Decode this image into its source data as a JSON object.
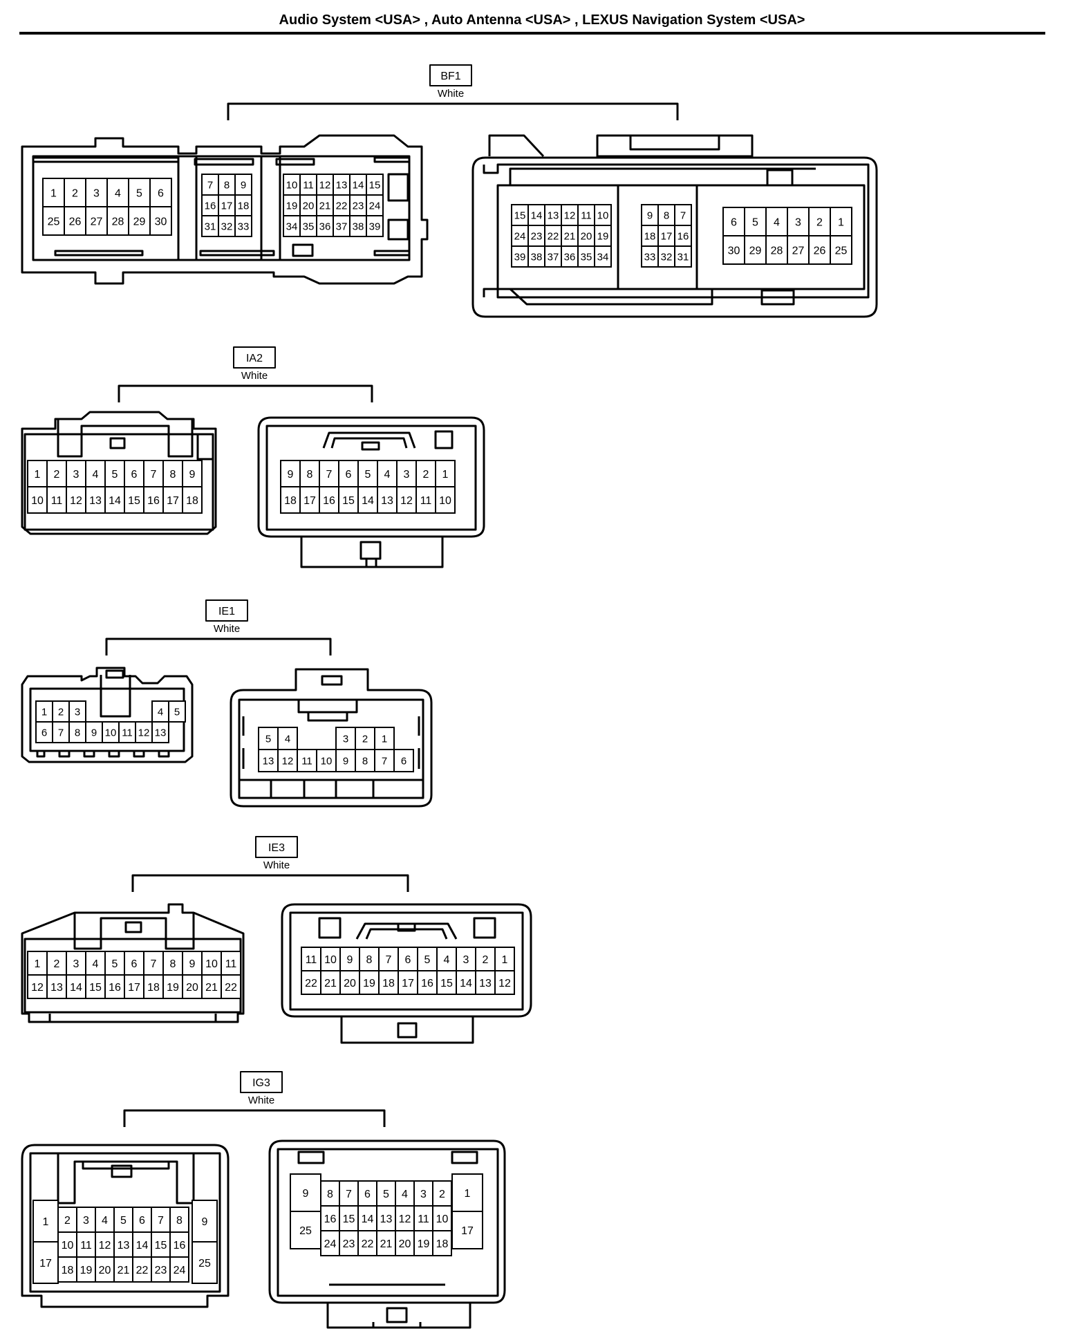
{
  "title": "Audio System <USA> , Auto Antenna <USA> , LEXUS Navigation System <USA>",
  "connectors": [
    {
      "code": "BF1",
      "color": "White",
      "left": {
        "blocks": [
          [
            [
              "1",
              "2",
              "3",
              "4",
              "5",
              "6"
            ],
            [
              "25",
              "26",
              "27",
              "28",
              "29",
              "30"
            ]
          ],
          [
            [
              "7",
              "8",
              "9"
            ],
            [
              "16",
              "17",
              "18"
            ],
            [
              "31",
              "32",
              "33"
            ]
          ],
          [
            [
              "10",
              "11",
              "12",
              "13",
              "14",
              "15"
            ],
            [
              "19",
              "20",
              "21",
              "22",
              "23",
              "24"
            ],
            [
              "34",
              "35",
              "36",
              "37",
              "38",
              "39"
            ]
          ]
        ]
      },
      "right": {
        "blocks": [
          [
            [
              "15",
              "14",
              "13",
              "12",
              "11",
              "10"
            ],
            [
              "24",
              "23",
              "22",
              "21",
              "20",
              "19"
            ],
            [
              "39",
              "38",
              "37",
              "36",
              "35",
              "34"
            ]
          ],
          [
            [
              "9",
              "8",
              "7"
            ],
            [
              "18",
              "17",
              "16"
            ],
            [
              "33",
              "32",
              "31"
            ]
          ],
          [
            [
              "6",
              "5",
              "4",
              "3",
              "2",
              "1"
            ],
            [
              "30",
              "29",
              "28",
              "27",
              "26",
              "25"
            ]
          ]
        ]
      }
    },
    {
      "code": "IA2",
      "color": "White",
      "left": {
        "rows": [
          [
            "1",
            "2",
            "3",
            "4",
            "5",
            "6",
            "7",
            "8",
            "9"
          ],
          [
            "10",
            "11",
            "12",
            "13",
            "14",
            "15",
            "16",
            "17",
            "18"
          ]
        ]
      },
      "right": {
        "rows": [
          [
            "9",
            "8",
            "7",
            "6",
            "5",
            "4",
            "3",
            "2",
            "1"
          ],
          [
            "18",
            "17",
            "16",
            "15",
            "14",
            "13",
            "12",
            "11",
            "10"
          ]
        ]
      }
    },
    {
      "code": "IE1",
      "color": "White",
      "left": {
        "rows": [
          [
            "1",
            "2",
            "3",
            "",
            "",
            "",
            "",
            "4",
            "5"
          ],
          [
            "6",
            "7",
            "8",
            "9",
            "10",
            "11",
            "12",
            "13"
          ]
        ]
      },
      "right": {
        "rows": [
          [
            "5",
            "4",
            "",
            "",
            "3",
            "2",
            "1"
          ],
          [
            "13",
            "12",
            "11",
            "10",
            "9",
            "8",
            "7",
            "6"
          ]
        ]
      }
    },
    {
      "code": "IE3",
      "color": "White",
      "left": {
        "rows": [
          [
            "1",
            "2",
            "3",
            "4",
            "5",
            "6",
            "7",
            "8",
            "9",
            "10",
            "11"
          ],
          [
            "12",
            "13",
            "14",
            "15",
            "16",
            "17",
            "18",
            "19",
            "20",
            "21",
            "22"
          ]
        ]
      },
      "right": {
        "rows": [
          [
            "11",
            "10",
            "9",
            "8",
            "7",
            "6",
            "5",
            "4",
            "3",
            "2",
            "1"
          ],
          [
            "22",
            "21",
            "20",
            "19",
            "18",
            "17",
            "16",
            "15",
            "14",
            "13",
            "12"
          ]
        ]
      }
    },
    {
      "code": "IG3",
      "color": "White",
      "left": {
        "side_left": [
          "1",
          "17"
        ],
        "rows": [
          [
            "2",
            "3",
            "4",
            "5",
            "6",
            "7",
            "8"
          ],
          [
            "10",
            "11",
            "12",
            "13",
            "14",
            "15",
            "16"
          ],
          [
            "18",
            "19",
            "20",
            "21",
            "22",
            "23",
            "24"
          ]
        ],
        "side_right": [
          "9",
          "25"
        ]
      },
      "right": {
        "side_left": [
          "9",
          "25"
        ],
        "rows": [
          [
            "8",
            "7",
            "6",
            "5",
            "4",
            "3",
            "2"
          ],
          [
            "16",
            "15",
            "14",
            "13",
            "12",
            "11",
            "10"
          ],
          [
            "24",
            "23",
            "22",
            "21",
            "20",
            "19",
            "18"
          ]
        ],
        "side_right": [
          "1",
          "17"
        ]
      }
    }
  ]
}
